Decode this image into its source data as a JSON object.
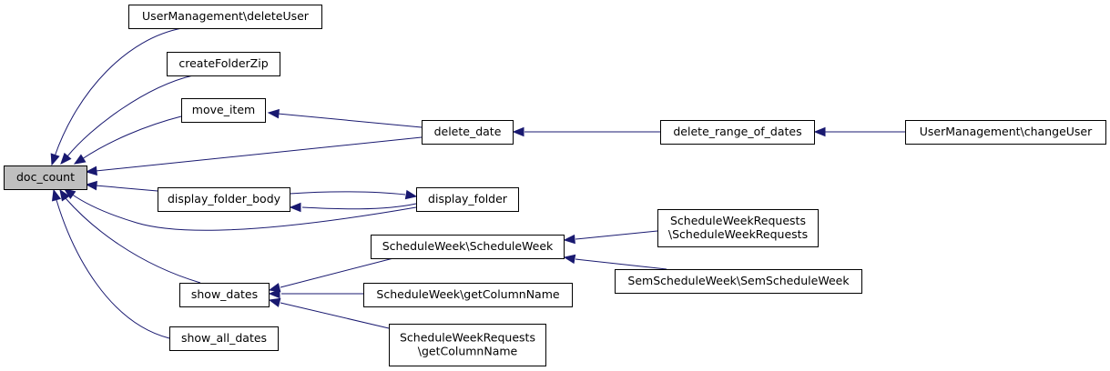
{
  "graph": {
    "nodes": [
      {
        "id": "doc_count",
        "lines": [
          "doc_count"
        ],
        "root": true
      },
      {
        "id": "um_delete",
        "lines": [
          "UserManagement\\deleteUser"
        ]
      },
      {
        "id": "zip",
        "lines": [
          "createFolderZip"
        ]
      },
      {
        "id": "move",
        "lines": [
          "move_item"
        ]
      },
      {
        "id": "dfb",
        "lines": [
          "display_folder_body"
        ]
      },
      {
        "id": "show_dates",
        "lines": [
          "show_dates"
        ]
      },
      {
        "id": "show_all",
        "lines": [
          "show_all_dates"
        ]
      },
      {
        "id": "delete_date",
        "lines": [
          "delete_date"
        ]
      },
      {
        "id": "display_folder",
        "lines": [
          "display_folder"
        ]
      },
      {
        "id": "sw",
        "lines": [
          "ScheduleWeek\\ScheduleWeek"
        ]
      },
      {
        "id": "sw_gcn",
        "lines": [
          "ScheduleWeek\\getColumnName"
        ]
      },
      {
        "id": "swr_gcn",
        "lines": [
          "ScheduleWeekRequests",
          "\\getColumnName"
        ]
      },
      {
        "id": "range",
        "lines": [
          "delete_range_of_dates"
        ]
      },
      {
        "id": "swr",
        "lines": [
          "ScheduleWeekRequests",
          "\\ScheduleWeekRequests"
        ]
      },
      {
        "id": "ssw",
        "lines": [
          "SemScheduleWeek\\SemScheduleWeek"
        ]
      },
      {
        "id": "um_change",
        "lines": [
          "UserManagement\\changeUser"
        ]
      }
    ],
    "edges": [
      {
        "from": "um_delete",
        "to": "doc_count"
      },
      {
        "from": "zip",
        "to": "doc_count"
      },
      {
        "from": "move",
        "to": "doc_count"
      },
      {
        "from": "delete_date",
        "to": "doc_count"
      },
      {
        "from": "dfb",
        "to": "doc_count"
      },
      {
        "from": "display_folder",
        "to": "doc_count"
      },
      {
        "from": "show_dates",
        "to": "doc_count"
      },
      {
        "from": "show_all",
        "to": "doc_count"
      },
      {
        "from": "delete_date",
        "to": "move"
      },
      {
        "from": "range",
        "to": "delete_date"
      },
      {
        "from": "um_change",
        "to": "range"
      },
      {
        "from": "display_folder",
        "to": "dfb"
      },
      {
        "from": "dfb",
        "to": "display_folder"
      },
      {
        "from": "sw",
        "to": "show_dates"
      },
      {
        "from": "sw_gcn",
        "to": "show_dates"
      },
      {
        "from": "swr_gcn",
        "to": "show_dates"
      },
      {
        "from": "swr",
        "to": "sw"
      },
      {
        "from": "ssw",
        "to": "sw"
      }
    ]
  },
  "colors": {
    "edge": "#191970",
    "root_fill": "#bfbfbf",
    "node_fill": "#ffffff",
    "node_stroke": "#000000"
  }
}
